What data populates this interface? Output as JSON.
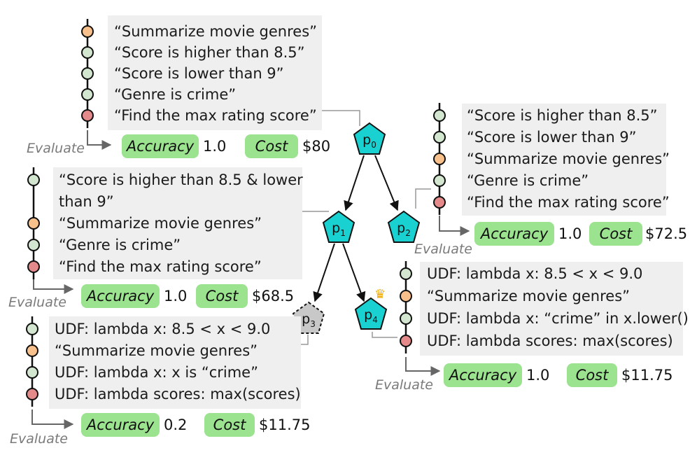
{
  "colors": {
    "panel": "#efefef",
    "pill": "#9be38f",
    "node_fill": "#1ad1d1",
    "node_grey": "#c8c8c8",
    "dot_orange": "#f8c08a",
    "dot_green": "#d3e6cf",
    "dot_red": "#e58a8a",
    "crown": "#f2a900"
  },
  "nodes": {
    "p0": {
      "letter": "p",
      "index": "0"
    },
    "p1": {
      "letter": "p",
      "index": "1"
    },
    "p2": {
      "letter": "p",
      "index": "2"
    },
    "p3": {
      "letter": "p",
      "index": "3"
    },
    "p4": {
      "letter": "p",
      "index": "4",
      "badge": "crown-icon"
    }
  },
  "plans": {
    "p0": {
      "steps": [
        {
          "text": "“Summarize movie genres”",
          "kind": "orange"
        },
        {
          "text": "“Score is higher than 8.5”",
          "kind": "green"
        },
        {
          "text": "“Score is lower than 9”",
          "kind": "green"
        },
        {
          "text": "“Genre is crime”",
          "kind": "green"
        },
        {
          "text": "“Find the max rating score”",
          "kind": "red"
        }
      ],
      "evaluate": "Evaluate",
      "accuracy_label": "Accuracy",
      "accuracy": "1.0",
      "cost_label": "Cost",
      "cost": "$80"
    },
    "p1": {
      "steps": [
        {
          "text": "“Score is higher than 8.5 & lower",
          "kind": "green"
        },
        {
          "text": "than 9”",
          "kind": "cont"
        },
        {
          "text": "“Summarize movie genres”",
          "kind": "orange"
        },
        {
          "text": "“Genre is crime”",
          "kind": "green"
        },
        {
          "text": "“Find the max rating score”",
          "kind": "red"
        }
      ],
      "evaluate": "Evaluate",
      "accuracy_label": "Accuracy",
      "accuracy": "1.0",
      "cost_label": "Cost",
      "cost": "$68.5"
    },
    "p2": {
      "steps": [
        {
          "text": "“Score is higher than 8.5”",
          "kind": "green"
        },
        {
          "text": "“Score is lower than 9”",
          "kind": "green"
        },
        {
          "text": "“Summarize movie genres”",
          "kind": "orange"
        },
        {
          "text": "“Genre is crime”",
          "kind": "green"
        },
        {
          "text": "“Find the max rating score”",
          "kind": "red"
        }
      ],
      "evaluate": "Evaluate",
      "accuracy_label": "Accuracy",
      "accuracy": "1.0",
      "cost_label": "Cost",
      "cost": "$72.5"
    },
    "p3": {
      "steps": [
        {
          "text": "UDF: lambda x: 8.5 < x < 9.0",
          "kind": "green"
        },
        {
          "text": "“Summarize movie genres”",
          "kind": "orange"
        },
        {
          "text": "UDF: lambda x: x is “crime”",
          "kind": "green"
        },
        {
          "text": "UDF: lambda scores: max(scores)",
          "kind": "red"
        }
      ],
      "evaluate": "Evaluate",
      "accuracy_label": "Accuracy",
      "accuracy": "0.2",
      "cost_label": "Cost",
      "cost": "$11.75"
    },
    "p4": {
      "steps": [
        {
          "text": "UDF: lambda x: 8.5 < x < 9.0",
          "kind": "green"
        },
        {
          "text": "“Summarize movie genres”",
          "kind": "orange"
        },
        {
          "text": "UDF: lambda x: “crime” in x.lower()",
          "kind": "green"
        },
        {
          "text": "UDF: lambda scores: max(scores)",
          "kind": "red"
        }
      ],
      "evaluate": "Evaluate",
      "accuracy_label": "Accuracy",
      "accuracy": "1.0",
      "cost_label": "Cost",
      "cost": "$11.75"
    }
  }
}
